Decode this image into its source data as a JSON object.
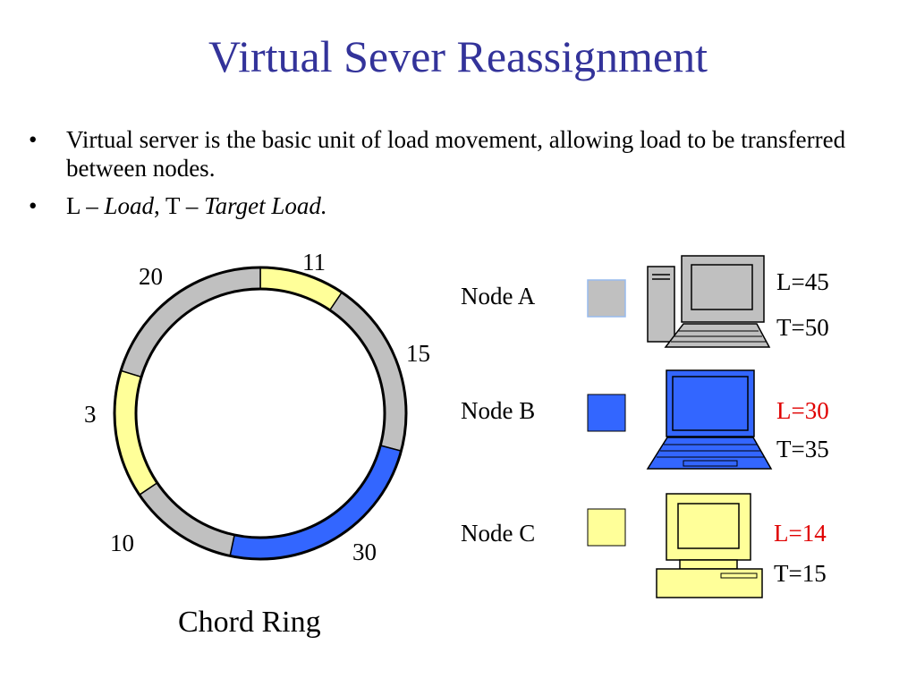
{
  "title": "Virtual Sever Reassignment",
  "bullets": {
    "b1": "Virtual server is the basic unit of load movement, allowing load to be transferred between nodes.",
    "b2": {
      "l": "L",
      "dash1": " – ",
      "load": "Load",
      "comma": ", T",
      "dash2": " – ",
      "target": "Target Load."
    }
  },
  "ring": {
    "caption": "Chord Ring",
    "segments": [
      {
        "label": "11",
        "color": "#ffff99"
      },
      {
        "label": "15",
        "color": "#c0c0c0"
      },
      {
        "label": "30",
        "color": "#3366ff"
      },
      {
        "label": "10",
        "color": "#c0c0c0"
      },
      {
        "label": "3",
        "color": "#ffff99"
      },
      {
        "label": "20",
        "color": "#c0c0c0"
      }
    ]
  },
  "nodes": [
    {
      "name": "Node A",
      "color": "#c0c0c0",
      "icon": "desktop-tower-icon",
      "load": "L=45",
      "target": "T=50",
      "overloaded": false
    },
    {
      "name": "Node B",
      "color": "#3366ff",
      "icon": "laptop-icon",
      "load": "L=30",
      "target": "T=35",
      "overloaded": true
    },
    {
      "name": "Node C",
      "color": "#ffff99",
      "icon": "desktop-computer-icon",
      "load": "L=14",
      "target": "T=15",
      "overloaded": true
    }
  ]
}
